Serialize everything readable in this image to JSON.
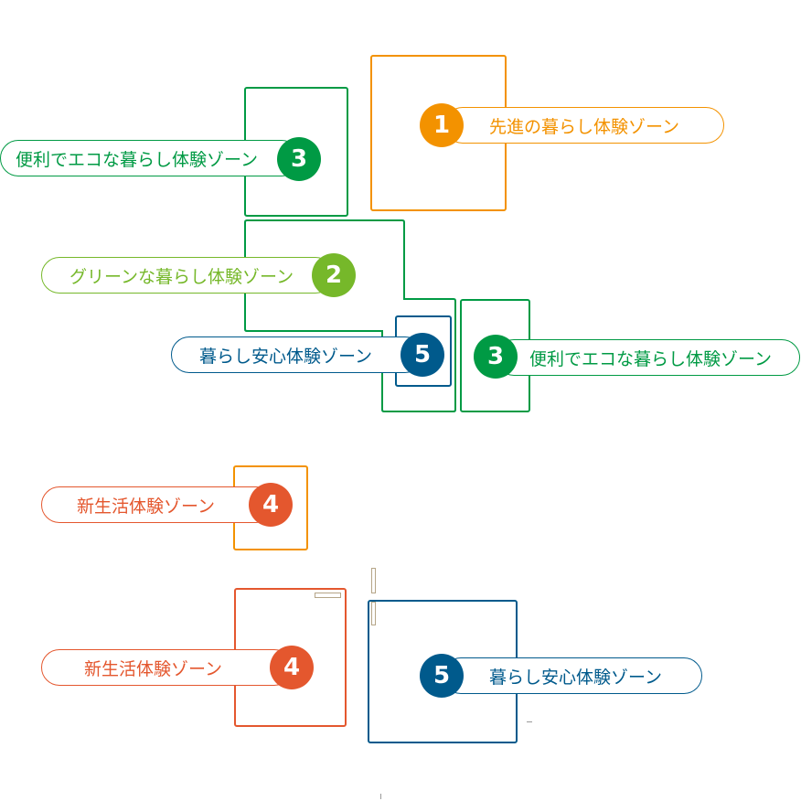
{
  "colors": {
    "orange": "#f39200",
    "green": "#009a44",
    "lime": "#76b82a",
    "blue": "#005a8c",
    "red": "#e4572e",
    "mark": "#b5a587"
  },
  "zones": {
    "advanced": {
      "number": "1",
      "label": "先進の暮らし体験ゾーン"
    },
    "green_living": {
      "number": "2",
      "label": "グリーンな暮らし体験ゾーン"
    },
    "eco_upper": {
      "number": "3",
      "label": "便利でエコな暮らし体験ゾーン"
    },
    "eco_lower": {
      "number": "3",
      "label": "便利でエコな暮らし体験ゾーン"
    },
    "new_life_upper": {
      "number": "4",
      "label": "新生活体験ゾーン"
    },
    "new_life_lower": {
      "number": "4",
      "label": "新生活体験ゾーン"
    },
    "safe_upper": {
      "number": "5",
      "label": "暮らし安心体験ゾーン"
    },
    "safe_lower": {
      "number": "5",
      "label": "暮らし安心体験ゾーン"
    }
  }
}
